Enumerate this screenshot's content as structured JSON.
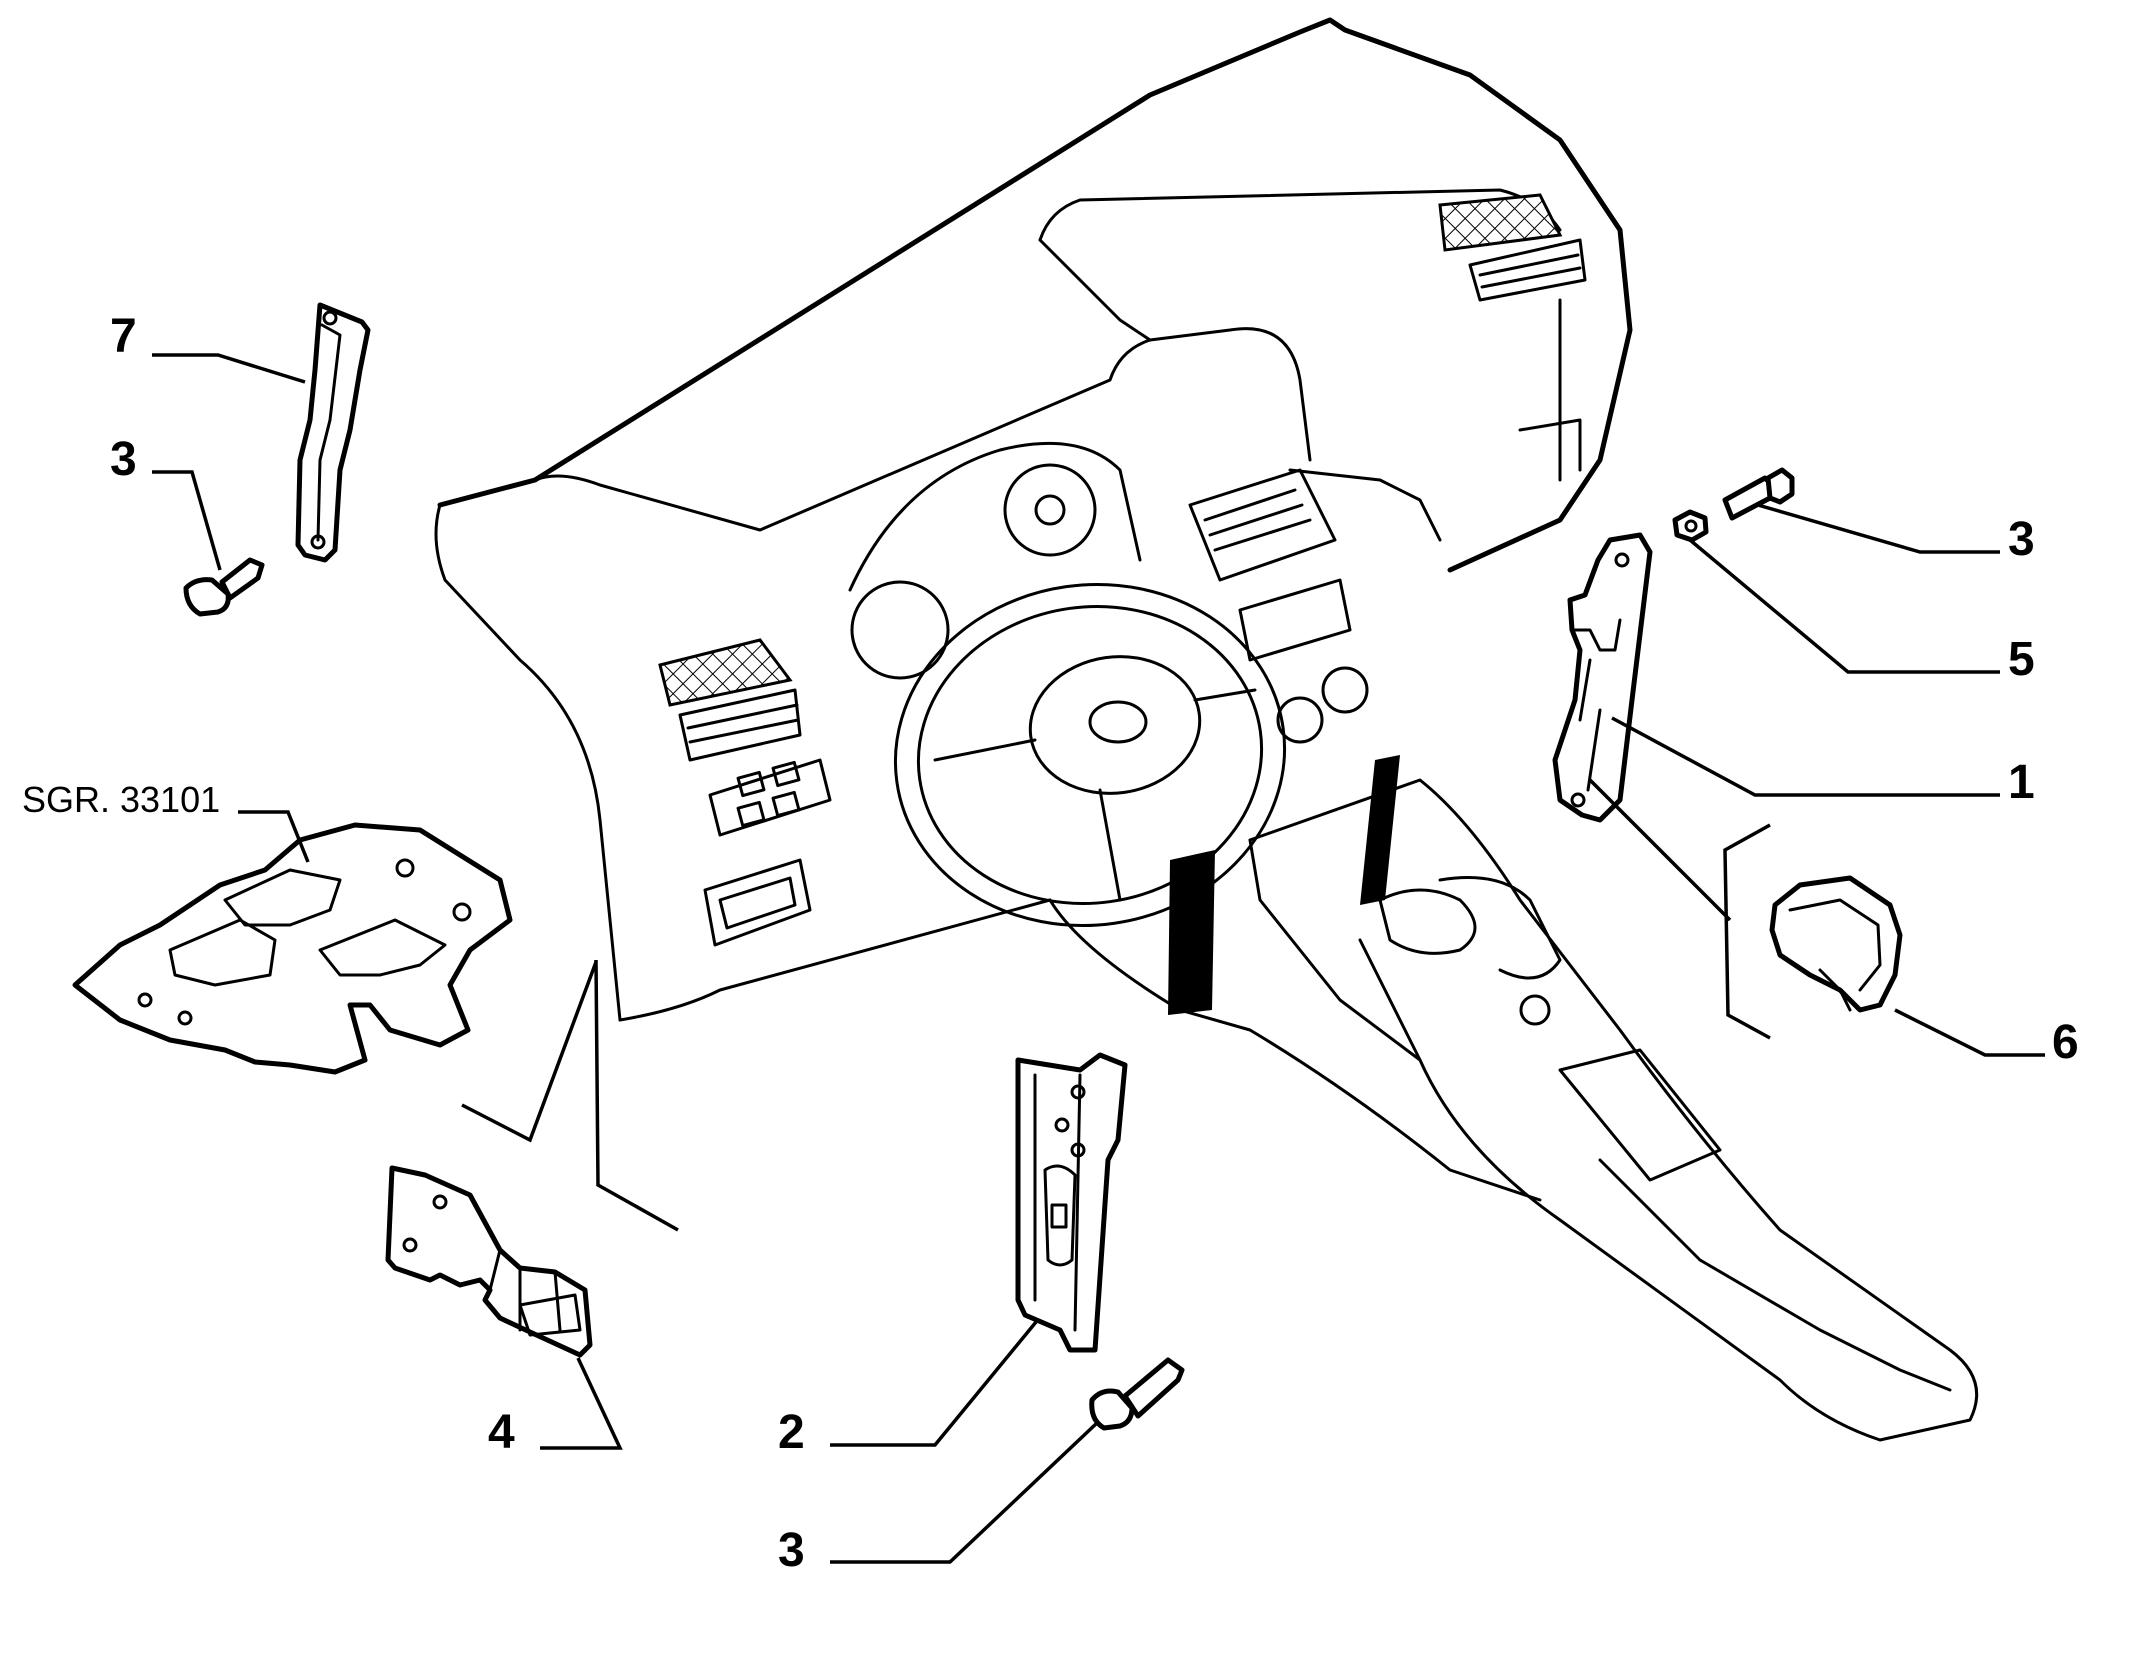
{
  "labels": {
    "part_1": "1",
    "part_2": "2",
    "part_3_top_left": "3",
    "part_3_top_right": "3",
    "part_3_bottom": "3",
    "part_4": "4",
    "part_5": "5",
    "part_6": "6",
    "part_7": "7",
    "group_reference": "SGR. 33101"
  },
  "colors": {
    "line": "#000000",
    "background": "#ffffff"
  }
}
